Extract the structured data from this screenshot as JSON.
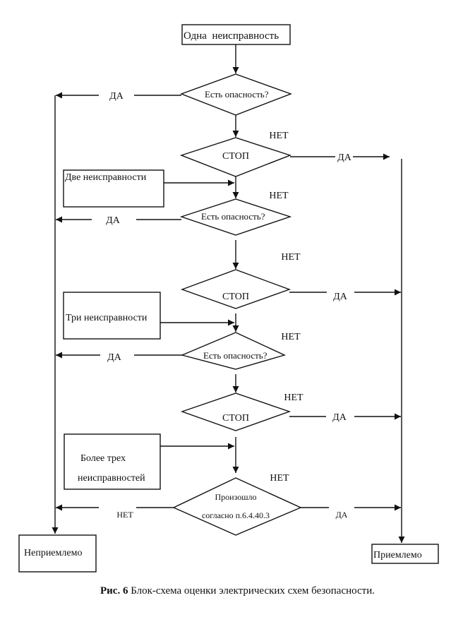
{
  "figure": {
    "caption_prefix": "Рис. 6",
    "caption_text": " Блок-схема оценки электрических схем безопасности."
  },
  "nodes": {
    "start": "Одна  неисправность",
    "hazard1": "Есть опасность?",
    "stop1": "СТОП",
    "two_faults": "Две неисправности",
    "hazard2": "Есть опасность?",
    "stop2": "СТОП",
    "three_faults": "Три неисправности",
    "hazard3": "Есть опасность?",
    "stop3": "СТОП",
    "more_faults_line1": "Более трех",
    "more_faults_line2": "неисправностей",
    "occurred_line1": "Произошло",
    "occurred_line2": "согласно п.6.4.40.3",
    "unacceptable": "Неприемлемо",
    "acceptable": "Приемлемо"
  },
  "labels": {
    "yes": "ДА",
    "no": "НЕТ"
  }
}
